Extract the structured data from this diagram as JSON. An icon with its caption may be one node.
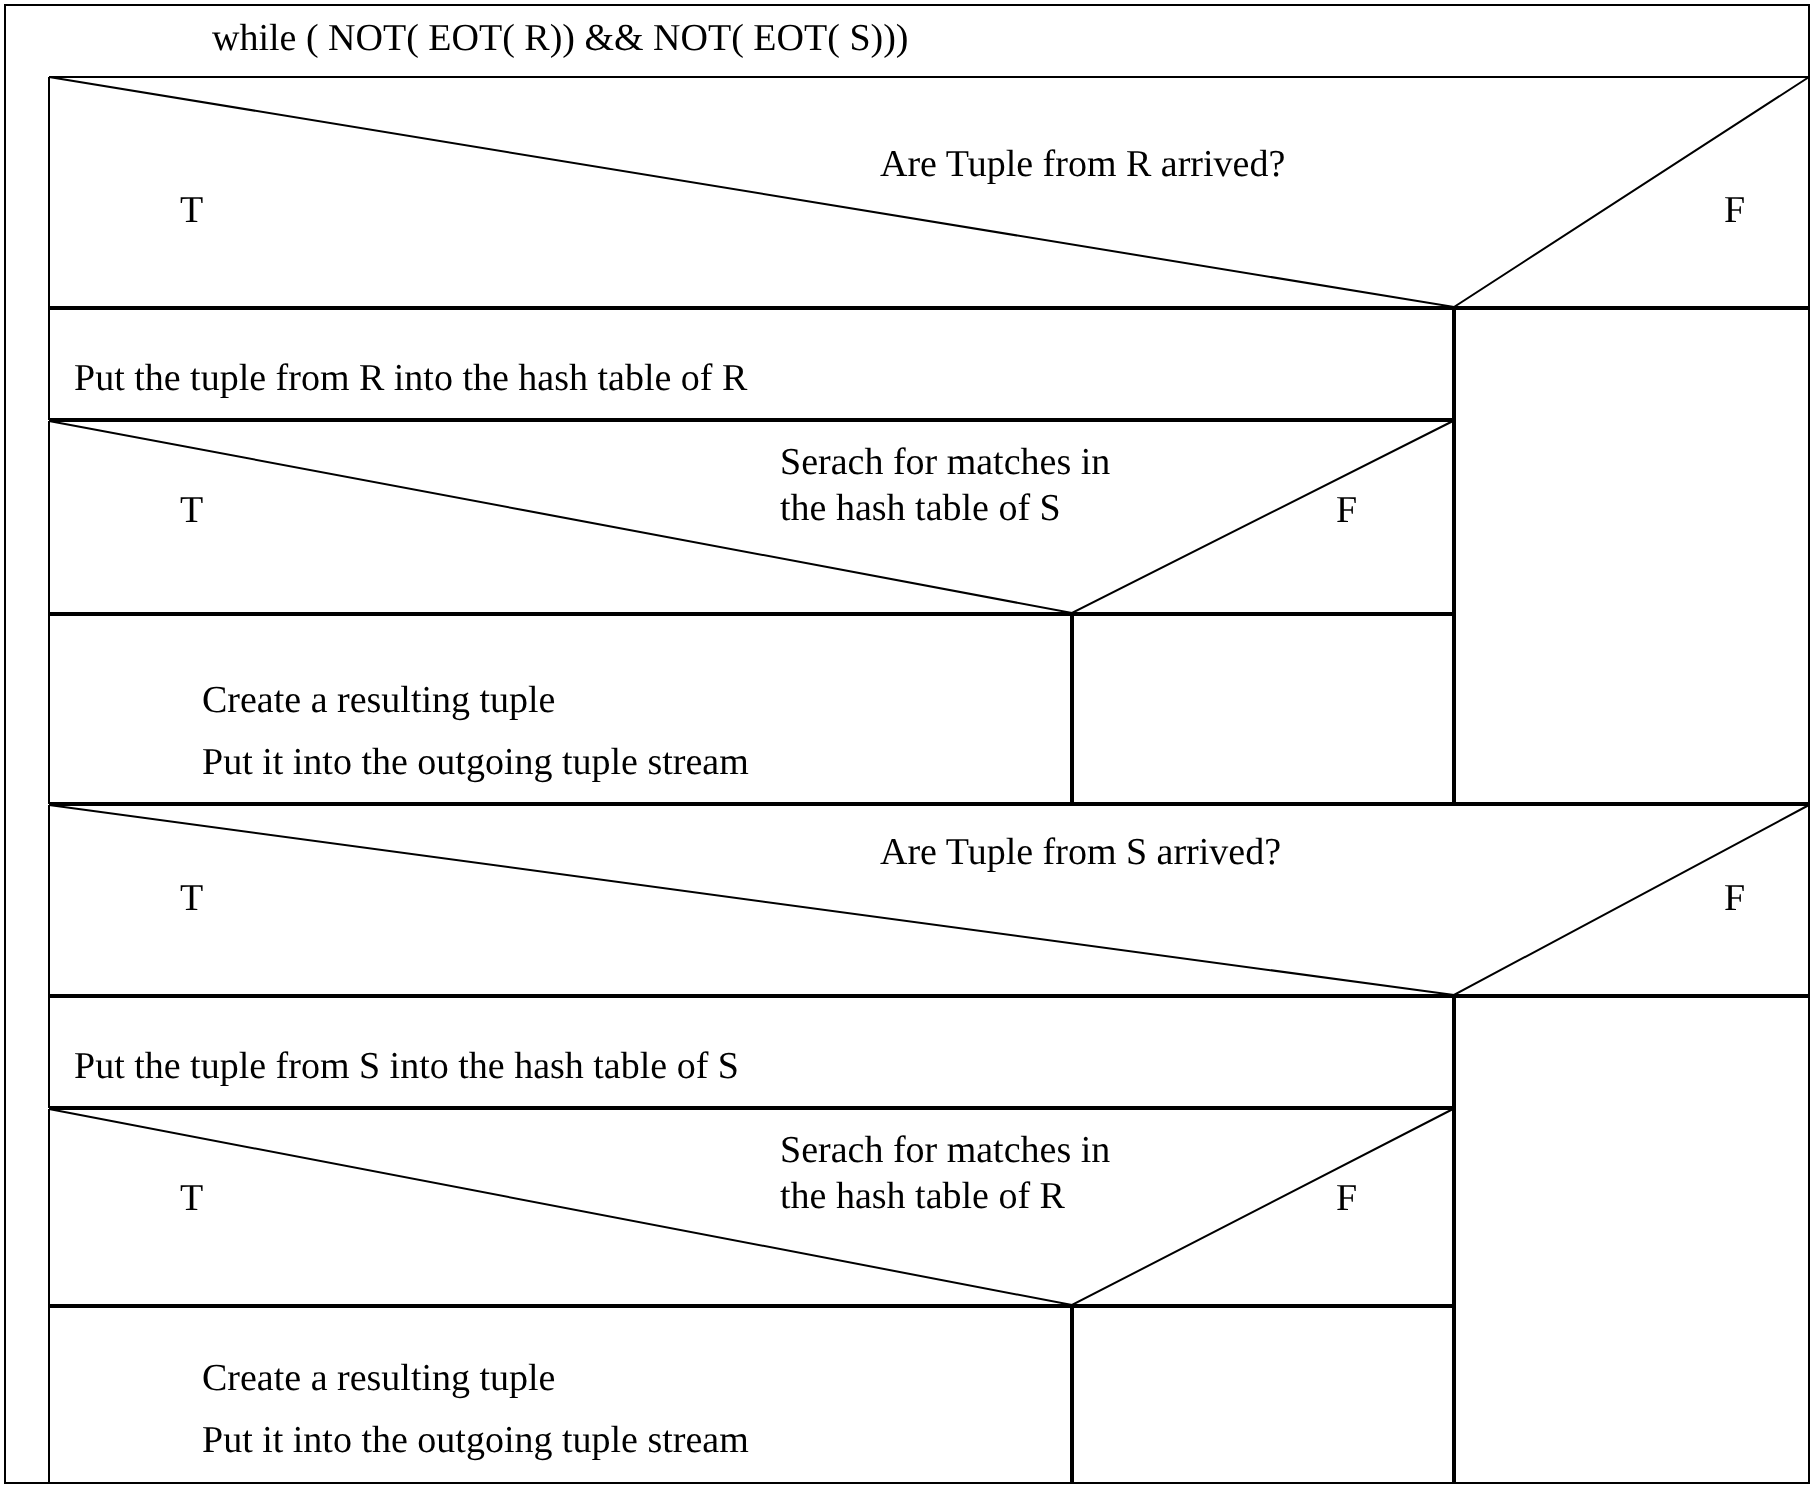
{
  "diagram": {
    "nodes": [
      {
        "text": [
          "while ( NOT( EOT( R)) && NOT( EOT( S)))"
        ]
      },
      {
        "text": [
          "Are Tuple from R arrived?",
          "T",
          "F"
        ],
        "in": 0
      },
      {
        "text": [
          "Put the tuple from R into the hash table of R"
        ],
        "in": 0
      },
      {
        "text": [],
        "shape": "box",
        "in": 0
      },
      {
        "text": [
          "T",
          "Serach for matches in the hash table of S",
          "F"
        ],
        "in": 0
      },
      {
        "text": [
          "Create a resulting tuple",
          "Put it into the outgoing tuple stream"
        ],
        "in": 0
      },
      {
        "text": [],
        "shape": "box",
        "in": 0
      },
      {
        "text": [
          "Are Tuple from S arrived?",
          "T",
          "F"
        ],
        "in": 0
      },
      {
        "text": [
          "Put the tuple from S into the hash table of S"
        ],
        "in": 0
      },
      {
        "text": [],
        "shape": "box",
        "in": 0
      },
      {
        "text": [
          "T",
          "Serach for matches in the hash table of R",
          "F"
        ],
        "in": 0
      },
      {
        "text": [
          "Create a resulting tuple",
          "Put it into the outgoing tuple stream"
        ],
        "in": 0
      },
      {
        "text": [],
        "shape": "box",
        "in": 0
      }
    ]
  }
}
